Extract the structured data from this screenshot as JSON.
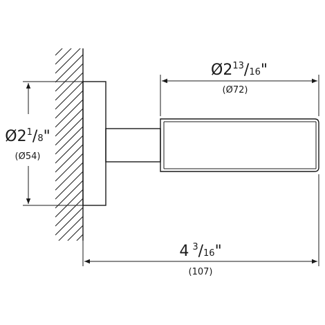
{
  "dimensions": {
    "outer_diameter": {
      "symbol": "Ø",
      "whole": "2",
      "numerator": "13",
      "denominator": "16",
      "inch_mark": "\"",
      "metric": "(Ø72)"
    },
    "base_diameter": {
      "symbol": "Ø",
      "whole": "2",
      "numerator": "1",
      "denominator": "8",
      "inch_mark": "\"",
      "metric": "(Ø54)"
    },
    "projection": {
      "whole": "4",
      "numerator": "3",
      "denominator": "16",
      "inch_mark": "\"",
      "metric": "(107)"
    }
  },
  "colors": {
    "line": "#1a1a1a",
    "background": "#ffffff"
  }
}
